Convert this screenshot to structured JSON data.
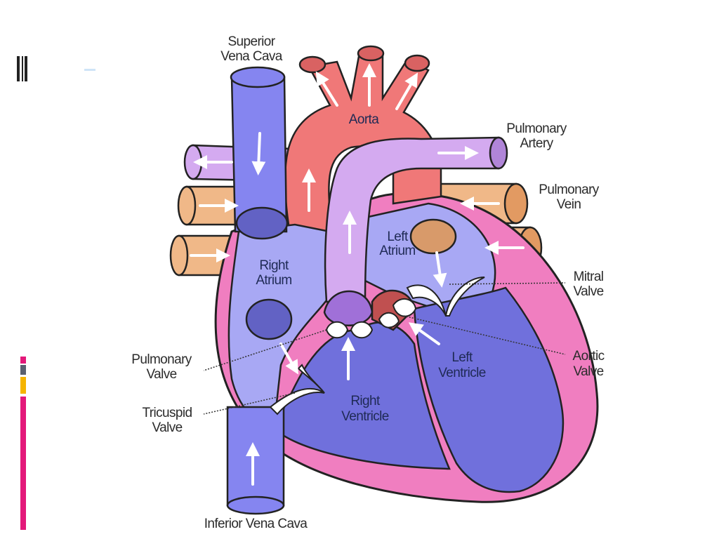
{
  "diagram": {
    "labels": {
      "superior_vena_cava": [
        "Superior",
        "Vena Cava"
      ],
      "aorta": "Aorta",
      "pulmonary_artery": [
        "Pulmonary",
        "Artery"
      ],
      "pulmonary_vein": [
        "Pulmonary",
        "Vein"
      ],
      "left_atrium": [
        "Left",
        "Atrium"
      ],
      "right_atrium": [
        "Right",
        "Atrium"
      ],
      "mitral_valve": [
        "Mitral",
        "Valve"
      ],
      "aortic_valve": [
        "Aortic",
        "Valve"
      ],
      "pulmonary_valve": [
        "Pulmonary",
        "Valve"
      ],
      "left_ventricle": [
        "Left",
        "Ventricle"
      ],
      "tricuspid_valve": [
        "Tricuspid",
        "Valve"
      ],
      "right_ventricle": [
        "Right",
        "Ventricle"
      ],
      "inferior_vena_cava": "Inferior Vena Cava"
    },
    "colors": {
      "vena_cava": "#8585f0",
      "aorta": "#f07878",
      "pulmonary_artery": "#d4aaf0",
      "pulmonary_vein": "#f0b888",
      "heart_wall": "#f07ec0",
      "right_chambers": "#a8a8f4",
      "left_chambers": "#7070dc",
      "accent_magenta": "#e3197a",
      "accent_gold": "#f5b400",
      "accent_slate": "#5a6070"
    }
  }
}
